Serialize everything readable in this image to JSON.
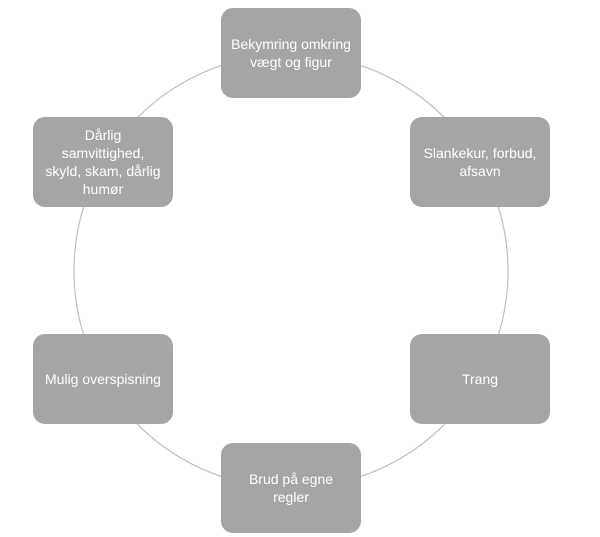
{
  "colors": {
    "node_fill": "#A5A5A5",
    "node_text": "#FFFFFF",
    "cycle_line": "#BFBFBF",
    "background": "#FFFFFF"
  },
  "nodes": [
    {
      "label": "Bekymring omkring vægt og figur"
    },
    {
      "label": "Slankekur, forbud, afsavn"
    },
    {
      "label": "Trang"
    },
    {
      "label": "Brud på egne regler"
    },
    {
      "label": "Mulig overspisning"
    },
    {
      "label": "Dårlig samvittighed, skyld, skam, dårlig humør"
    }
  ]
}
